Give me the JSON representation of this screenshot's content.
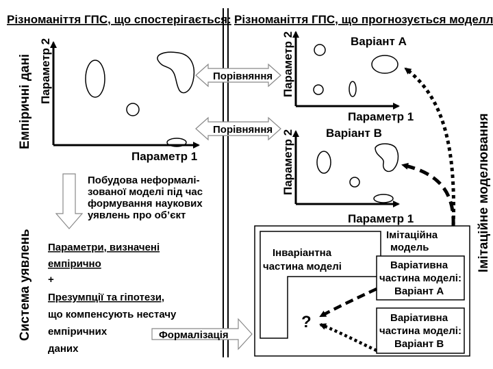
{
  "headers": {
    "observed": "Різноманіття ГПС, що спостерігається:",
    "predicted": "Різноманіття ГПС, що прогнозується моделлю:"
  },
  "side_labels": {
    "empirical_data": "Емпіричні дані",
    "system_of_ideas": "Система уявлень",
    "simulation_modeling": "Імітаційне моделювання"
  },
  "axes": {
    "parameter_1": "Параметр 1",
    "parameter_2": "Параметр 2"
  },
  "variants": {
    "a": "Варіант А",
    "b": "Варіант В"
  },
  "comparison": "Порівняння",
  "informal_model": [
    "Побудова неформалі-",
    "зованої моделі під час",
    "формування наукових",
    "уявлень про об’єкт"
  ],
  "parameters_block": {
    "line1": "Параметри, визначені",
    "line2": "емпірично",
    "plus": "+",
    "line3": "Презумпції та гіпотези,",
    "line4": "що компенсують нестачу",
    "line5": "емпіричних",
    "line6": "даних"
  },
  "formalization": "Формалізація",
  "simulation_model": {
    "title": [
      "Імітаційна",
      "модель"
    ],
    "invariant": [
      "Інваріантна",
      "частина моделі"
    ],
    "variative_a": [
      "Варіативна",
      "частина моделі:",
      "Варіант А"
    ],
    "variative_b": [
      "Варіативна",
      "частина моделі:",
      "Варіант В"
    ],
    "question": "?"
  }
}
